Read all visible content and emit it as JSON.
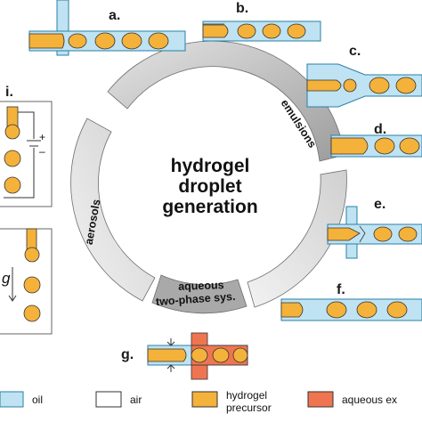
{
  "center_title": {
    "line1": "hydrogel",
    "line2": "droplet",
    "line3": "generation"
  },
  "arc_labels": {
    "emulsions": "emulsions",
    "aerosols": "aerosols",
    "aqueous_line1": "aqueous",
    "aqueous_line2": "two-phase sys."
  },
  "panel_labels": {
    "a": "a.",
    "b": "b.",
    "c": "c.",
    "d": "d.",
    "e": "e.",
    "f": "f.",
    "g": "g.",
    "i": "i."
  },
  "symbols": {
    "plus": "+",
    "minus": "–",
    "gravity": "g"
  },
  "legend": {
    "oil": "oil",
    "air": "air",
    "hydrogel_line1": "hydrogel",
    "hydrogel_line2": "precursor",
    "aqueous": "aqueous ex"
  },
  "colors": {
    "oil": "#bfe3f2",
    "oil_stroke": "#2a7fa8",
    "hydrogel": "#f4b23a",
    "aqueous_extra": "#ef7550",
    "arc_gray": "#b8b8b8",
    "outline": "#333333"
  }
}
